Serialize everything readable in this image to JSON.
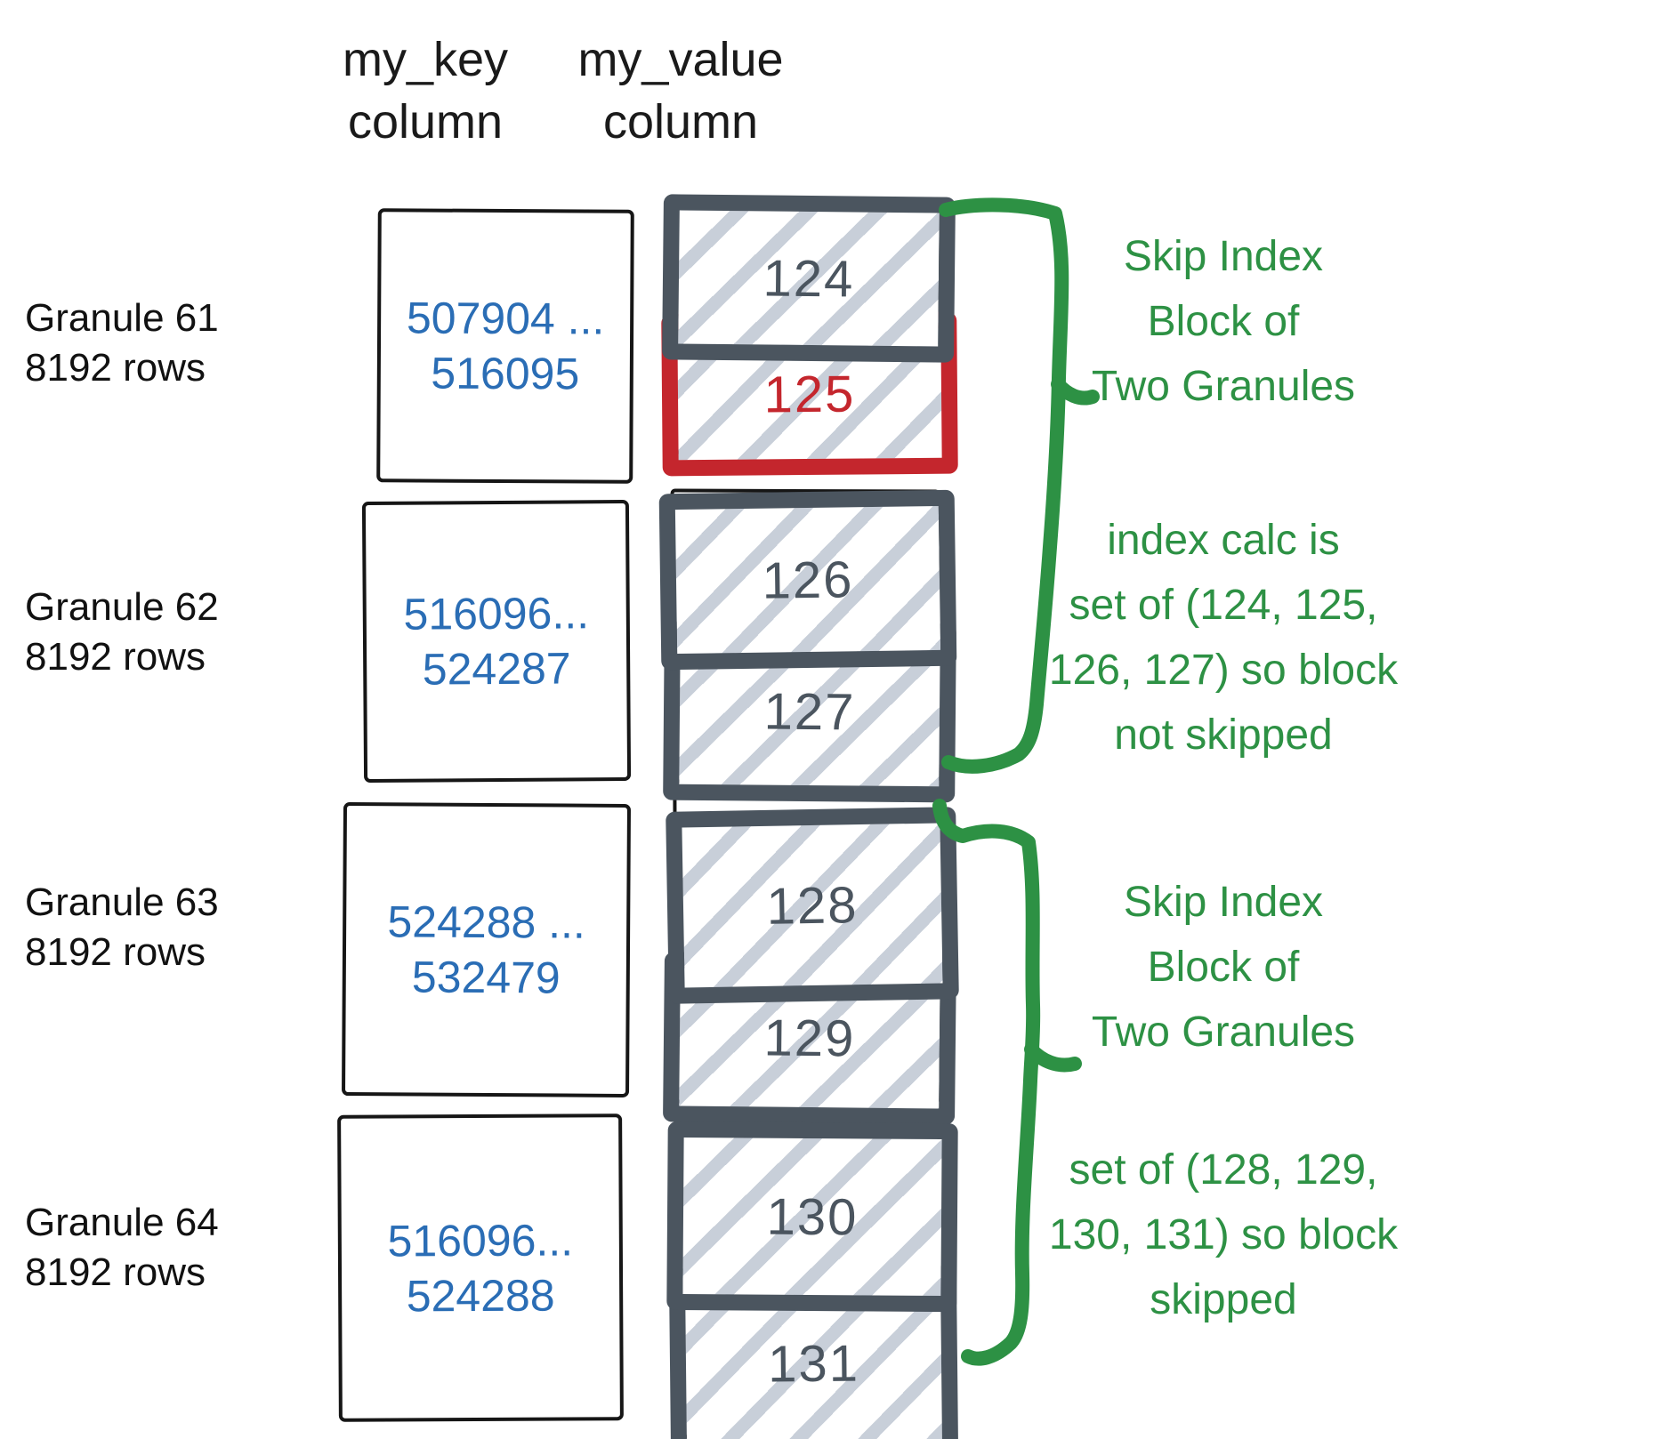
{
  "columns": {
    "key_header": [
      "my_key",
      "column"
    ],
    "value_header": [
      "my_value",
      "column"
    ]
  },
  "granules": [
    {
      "label": [
        "Granule 61",
        "8192 rows"
      ],
      "key_range": [
        "507904 ...",
        "516095"
      ],
      "blocks": [
        {
          "value": "124",
          "highlight": false
        },
        {
          "value": "125",
          "highlight": true
        }
      ]
    },
    {
      "label": [
        "Granule 62",
        "8192 rows"
      ],
      "key_range": [
        "516096...",
        "524287"
      ],
      "blocks": [
        {
          "value": "126",
          "highlight": false
        },
        {
          "value": "127",
          "highlight": false
        }
      ]
    },
    {
      "label": [
        "Granule 63",
        "8192 rows"
      ],
      "key_range": [
        "524288 ...",
        "532479"
      ],
      "blocks": [
        {
          "value": "128",
          "highlight": false
        },
        {
          "value": "129",
          "highlight": false
        }
      ]
    },
    {
      "label": [
        "Granule 64",
        "8192 rows"
      ],
      "key_range": [
        "516096...",
        "524288"
      ],
      "blocks": [
        {
          "value": "130",
          "highlight": false
        },
        {
          "value": "131",
          "highlight": false
        }
      ]
    }
  ],
  "annotations": [
    {
      "lines": [
        "Skip Index",
        "Block of",
        "Two Granules"
      ]
    },
    {
      "lines": [
        "index calc is",
        "set of (124, 125,",
        "126, 127) so block",
        "not skipped"
      ]
    },
    {
      "lines": [
        "Skip Index",
        "Block of",
        "Two Granules"
      ]
    },
    {
      "lines": [
        "set of (128, 129,",
        "130, 131) so block",
        "skipped"
      ]
    }
  ],
  "colors": {
    "annotation_green": "#2d9144",
    "highlight_red": "#c4262d",
    "key_blue": "#2a6db5",
    "block_slate": "#4b555f",
    "hatch_gray": "#c8cfd9",
    "ink_black": "#161616"
  }
}
